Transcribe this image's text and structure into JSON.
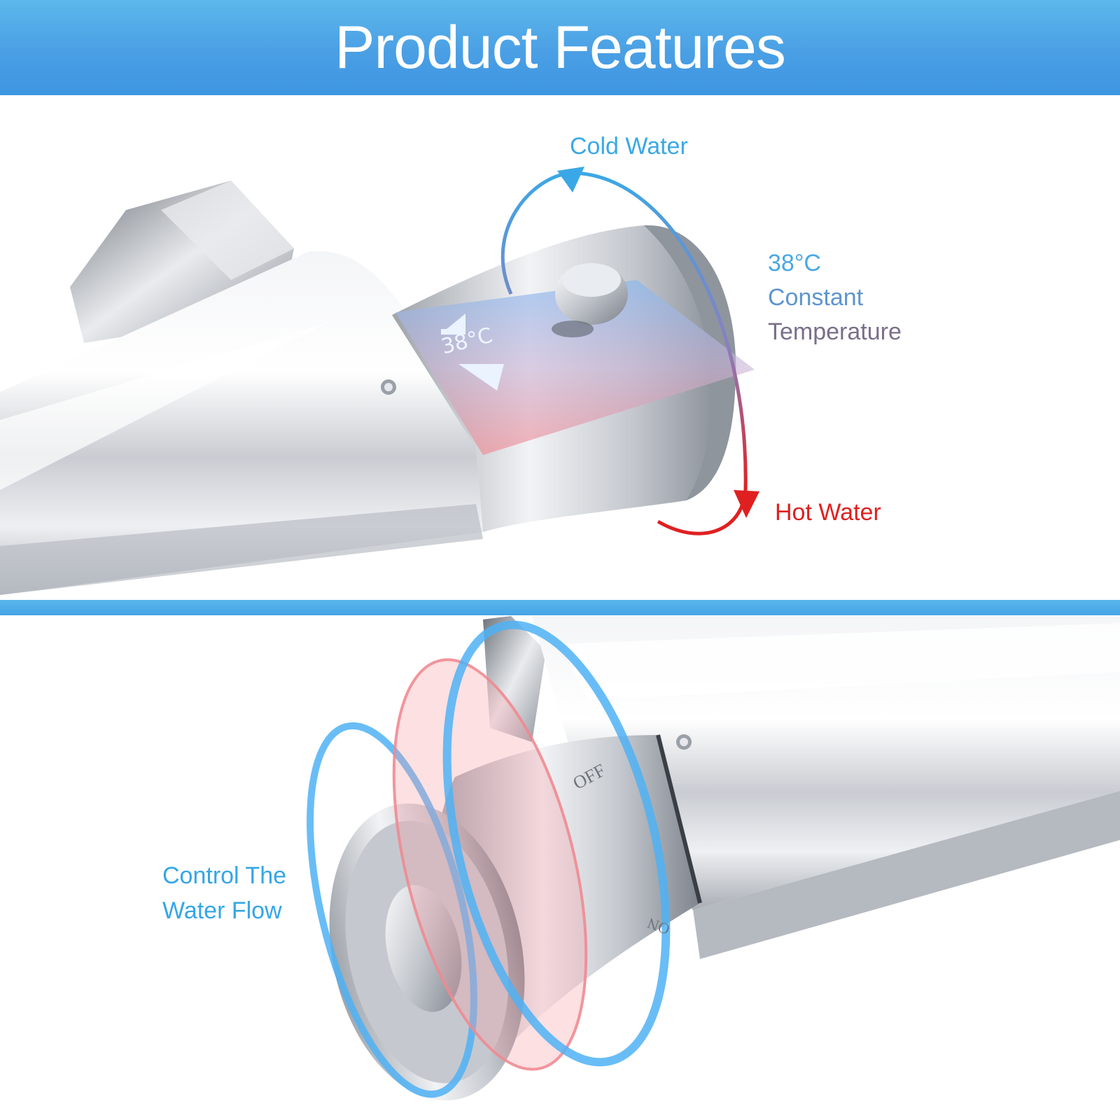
{
  "banner": {
    "title": "Product Features"
  },
  "top_panel": {
    "cold_label": "Cold Water",
    "hot_label": "Hot Water",
    "temp_lines": [
      "38°C",
      "Constant",
      "Temperature"
    ],
    "display_temp": "38°C"
  },
  "bottom_panel": {
    "flow_lines": [
      "Control The",
      "Water Flow"
    ],
    "off_mark": "OFF",
    "on_mark": "ON"
  },
  "colors": {
    "banner": "#4a9fe4",
    "cold": "#3aa8e6",
    "hot": "#e02020",
    "temp_text_top": "#49a8e6",
    "temp_text_bottom": "#7a6f8a"
  }
}
